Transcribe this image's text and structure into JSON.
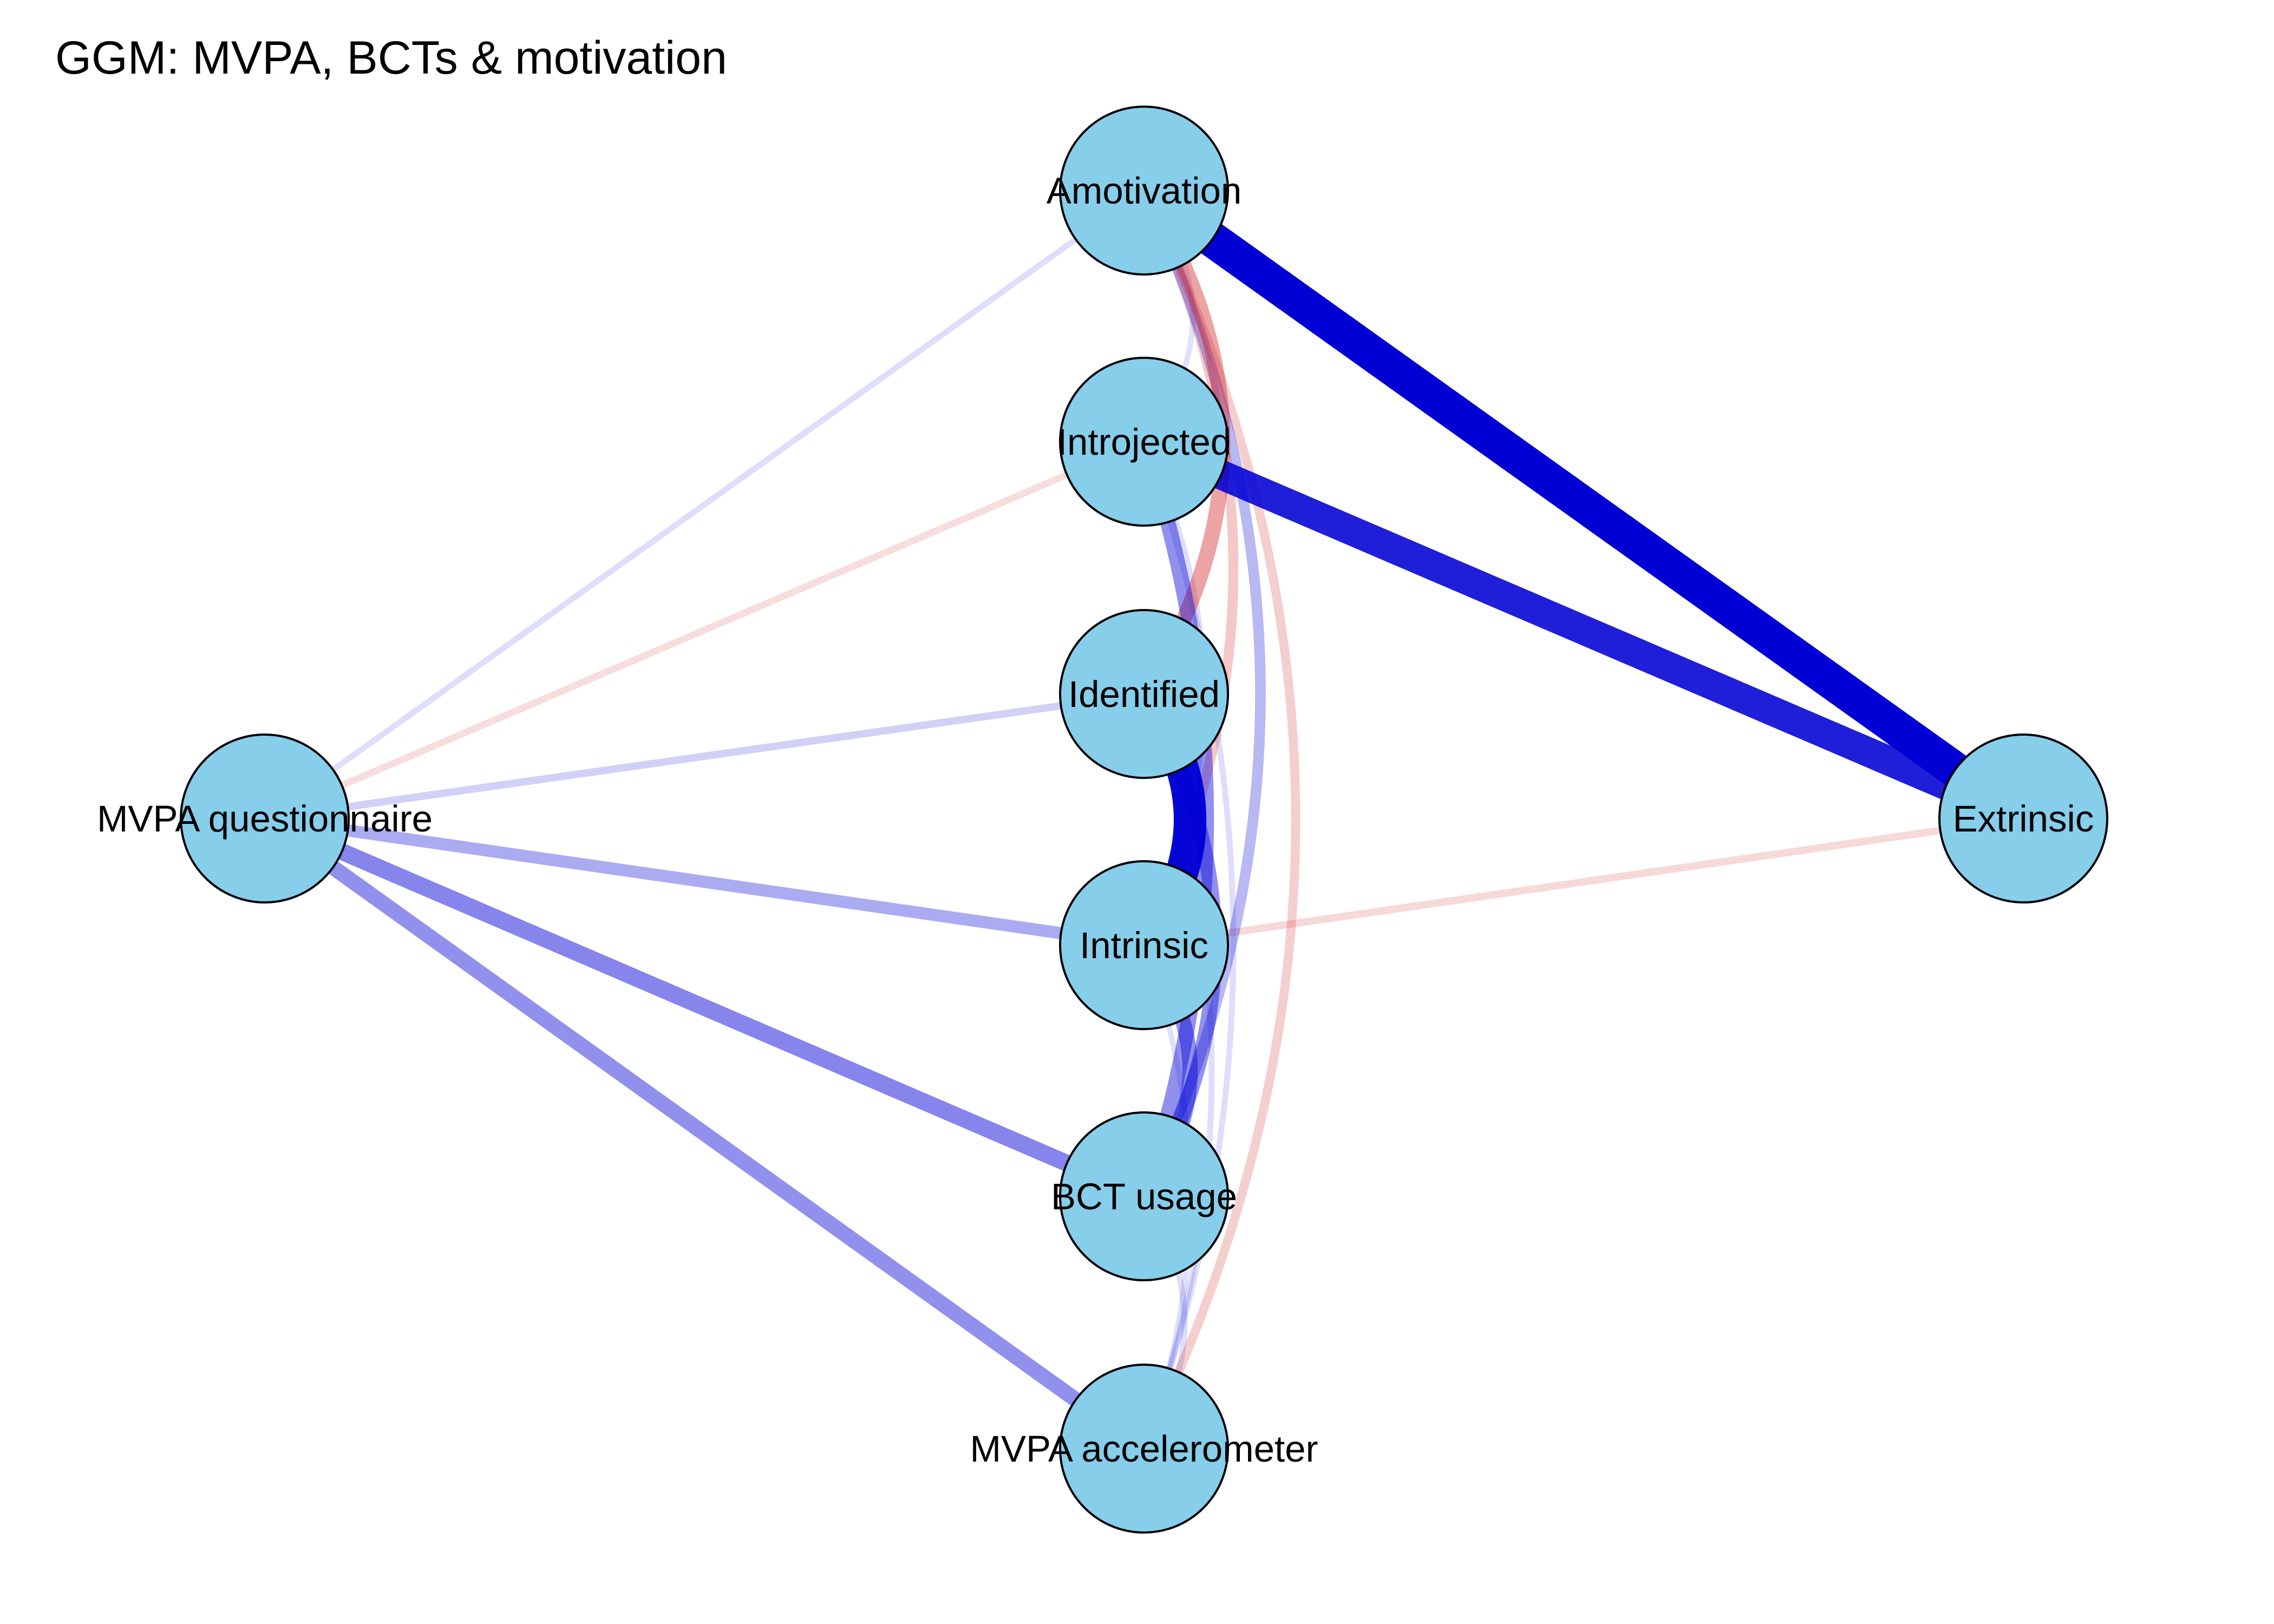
{
  "title": "GGM: MVPA, BCTs & motivation",
  "colors": {
    "node_fill": "#87CEEB",
    "node_border": "#000000",
    "positive_edge": "#0000D5",
    "negative_edge": "#D42A2A",
    "background": "#FFFFFF"
  },
  "nodes": [
    {
      "id": "amotivation",
      "label": "Amotivation"
    },
    {
      "id": "introjected",
      "label": "Introjected"
    },
    {
      "id": "identified",
      "label": "Identified"
    },
    {
      "id": "intrinsic",
      "label": "Intrinsic"
    },
    {
      "id": "bct_usage",
      "label": "BCT usage"
    },
    {
      "id": "mvpa_accelerometer",
      "label": "MVPA accelerometer"
    },
    {
      "id": "mvpa_questionnaire",
      "label": "MVPA questionnaire"
    },
    {
      "id": "extrinsic",
      "label": "Extrinsic"
    }
  ],
  "edges": [
    {
      "from": "amotivation",
      "to": "extrinsic",
      "sign": "positive",
      "strength": 1.0
    },
    {
      "from": "introjected",
      "to": "extrinsic",
      "sign": "positive",
      "strength": 0.8
    },
    {
      "from": "identified",
      "to": "intrinsic",
      "sign": "positive",
      "strength": 0.9
    },
    {
      "from": "mvpa_questionnaire",
      "to": "bct_usage",
      "sign": "positive",
      "strength": 0.4
    },
    {
      "from": "mvpa_questionnaire",
      "to": "mvpa_accelerometer",
      "sign": "positive",
      "strength": 0.35
    },
    {
      "from": "mvpa_questionnaire",
      "to": "intrinsic",
      "sign": "positive",
      "strength": 0.25
    },
    {
      "from": "mvpa_questionnaire",
      "to": "identified",
      "sign": "positive",
      "strength": 0.1
    },
    {
      "from": "mvpa_questionnaire",
      "to": "introjected",
      "sign": "negative",
      "strength": 0.08
    },
    {
      "from": "mvpa_questionnaire",
      "to": "amotivation",
      "sign": "positive",
      "strength": 0.05
    },
    {
      "from": "intrinsic",
      "to": "extrinsic",
      "sign": "negative",
      "strength": 0.1
    },
    {
      "from": "amotivation",
      "to": "identified",
      "sign": "negative",
      "strength": 0.35
    },
    {
      "from": "introjected",
      "to": "bct_usage",
      "sign": "positive",
      "strength": 0.35
    },
    {
      "from": "identified",
      "to": "bct_usage",
      "sign": "positive",
      "strength": 0.35
    },
    {
      "from": "intrinsic",
      "to": "bct_usage",
      "sign": "positive",
      "strength": 0.35
    },
    {
      "from": "amotivation",
      "to": "bct_usage",
      "sign": "positive",
      "strength": 0.2
    },
    {
      "from": "amotivation",
      "to": "intrinsic",
      "sign": "negative",
      "strength": 0.18
    },
    {
      "from": "amotivation",
      "to": "mvpa_accelerometer",
      "sign": "negative",
      "strength": 0.15
    },
    {
      "from": "amotivation",
      "to": "introjected",
      "sign": "positive",
      "strength": 0.04
    },
    {
      "from": "introjected",
      "to": "intrinsic",
      "sign": "positive",
      "strength": 0.05
    },
    {
      "from": "introjected",
      "to": "mvpa_accelerometer",
      "sign": "positive",
      "strength": 0.05
    },
    {
      "from": "identified",
      "to": "mvpa_accelerometer",
      "sign": "positive",
      "strength": 0.05
    },
    {
      "from": "intrinsic",
      "to": "mvpa_accelerometer",
      "sign": "positive",
      "strength": 0.04
    },
    {
      "from": "bct_usage",
      "to": "mvpa_accelerometer",
      "sign": "positive",
      "strength": 0.05
    }
  ]
}
